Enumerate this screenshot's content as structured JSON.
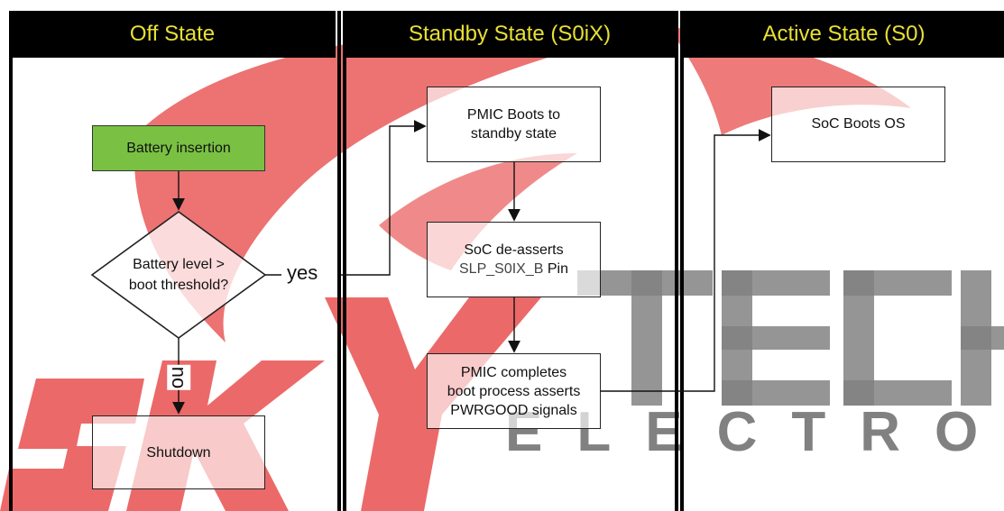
{
  "lanes": [
    {
      "title": "Off State"
    },
    {
      "title": "Standby State (S0iX)"
    },
    {
      "title": "Active State (S0)"
    }
  ],
  "nodes": {
    "battery_insertion": "Battery insertion",
    "decision_line1": "Battery level >",
    "decision_line2": "boot threshold?",
    "shutdown": "Shutdown",
    "pmic_boots_line1": "PMIC Boots to",
    "pmic_boots_line2": "standby state",
    "soc_deasserts_line1": "SoC de-asserts",
    "soc_deasserts_line2a": "SLP_S0IX_B",
    "soc_deasserts_line2b": " Pin",
    "pmic_completes_line1": "PMIC completes",
    "pmic_completes_line2": "boot process asserts",
    "pmic_completes_line3": "PWRGOOD signals",
    "soc_boots_os": "SoC Boots OS"
  },
  "edges": {
    "yes_label": "yes",
    "no_label": "no"
  },
  "watermark": {
    "line1": "SKYTECH",
    "line2": "ELECTRONIC"
  },
  "colors": {
    "header_bg": "#000000",
    "header_text": "#e8e034",
    "battery_fill": "#7ac143",
    "watermark_red": "#e53b3b",
    "watermark_gray": "#6b6b6b"
  }
}
